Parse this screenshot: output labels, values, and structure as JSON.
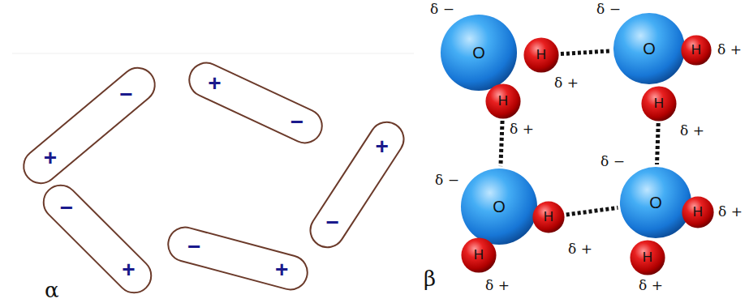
{
  "diagram": {
    "nodes": [
      {
        "text": [
          "−",
          "+"
        ]
      },
      {
        "text": [
          "+",
          "−"
        ]
      },
      {
        "text": [
          "+",
          "−"
        ]
      },
      {
        "text": [
          "−",
          "+"
        ]
      },
      {
        "text": [
          "−",
          "+"
        ]
      },
      {
        "text": [
          "O"
        ]
      },
      {
        "text": [
          "H"
        ]
      },
      {
        "text": [
          "H"
        ]
      },
      {
        "text": [
          "O"
        ]
      },
      {
        "text": [
          "H"
        ]
      },
      {
        "text": [
          "H"
        ]
      },
      {
        "text": [
          "O"
        ]
      },
      {
        "text": [
          "H"
        ]
      },
      {
        "text": [
          "H"
        ]
      },
      {
        "text": [
          "O"
        ]
      },
      {
        "text": [
          "H"
        ]
      },
      {
        "text": [
          "H"
        ]
      }
    ],
    "edges": [
      {
        "from": 6,
        "to": 8,
        "arrow": "none"
      },
      {
        "from": 7,
        "to": 11,
        "arrow": "none"
      },
      {
        "from": 10,
        "to": 14,
        "arrow": "none"
      },
      {
        "from": 12,
        "to": 14,
        "arrow": "none"
      }
    ],
    "labels": [
      "α",
      "β",
      "δ −",
      "δ +",
      "δ +",
      "δ −",
      "δ +",
      "δ +",
      "δ −",
      "δ +",
      "δ +",
      "δ −",
      "δ +",
      "δ +"
    ]
  }
}
